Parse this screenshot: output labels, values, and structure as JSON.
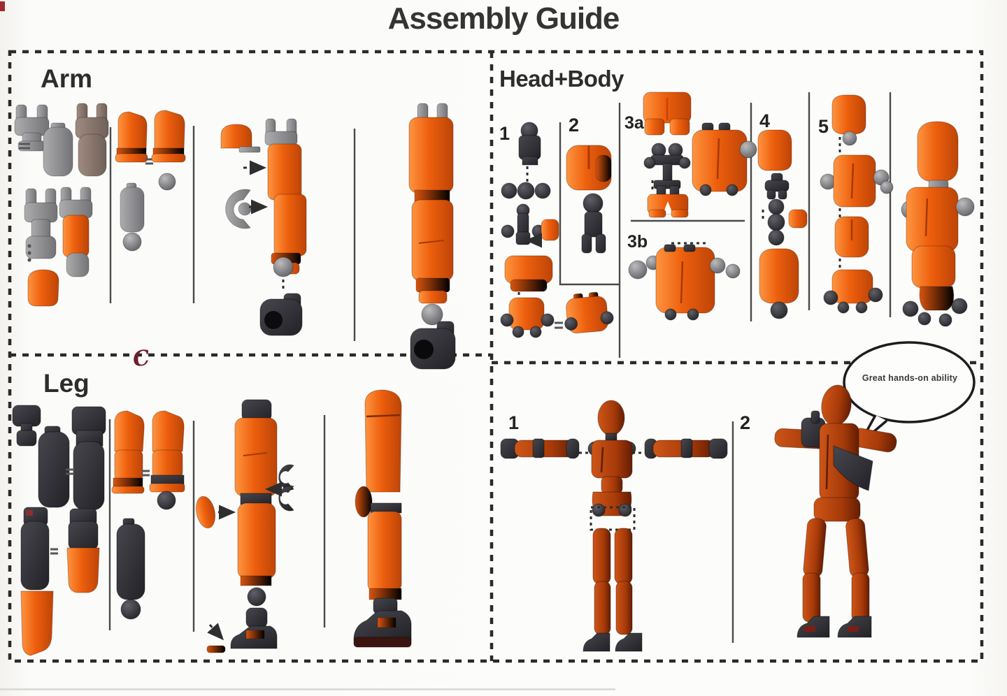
{
  "title": "Assembly Guide",
  "sections": {
    "arm": {
      "label": "Arm"
    },
    "head_body": {
      "label": "Head+Body",
      "steps": [
        {
          "label": "1"
        },
        {
          "label": "2"
        },
        {
          "label": "3a"
        },
        {
          "label": "3b"
        },
        {
          "label": "4"
        },
        {
          "label": "5"
        }
      ]
    },
    "leg": {
      "label": "Leg",
      "annotation": "C"
    },
    "assembly": {
      "steps": [
        {
          "label": "1"
        },
        {
          "label": "2"
        }
      ],
      "speech_bubble": "Great hands-on ability"
    }
  },
  "colors": {
    "part_orange": "#ED5F0D",
    "part_orange_dark": "#A03A06",
    "figure_red_orange": "#B5430C",
    "part_gray": "#8C8C8E",
    "part_black": "#2B2B30",
    "line": "#2C2C2C",
    "annotation_red": "#6E1F2A",
    "background": "#FCFCFA"
  }
}
